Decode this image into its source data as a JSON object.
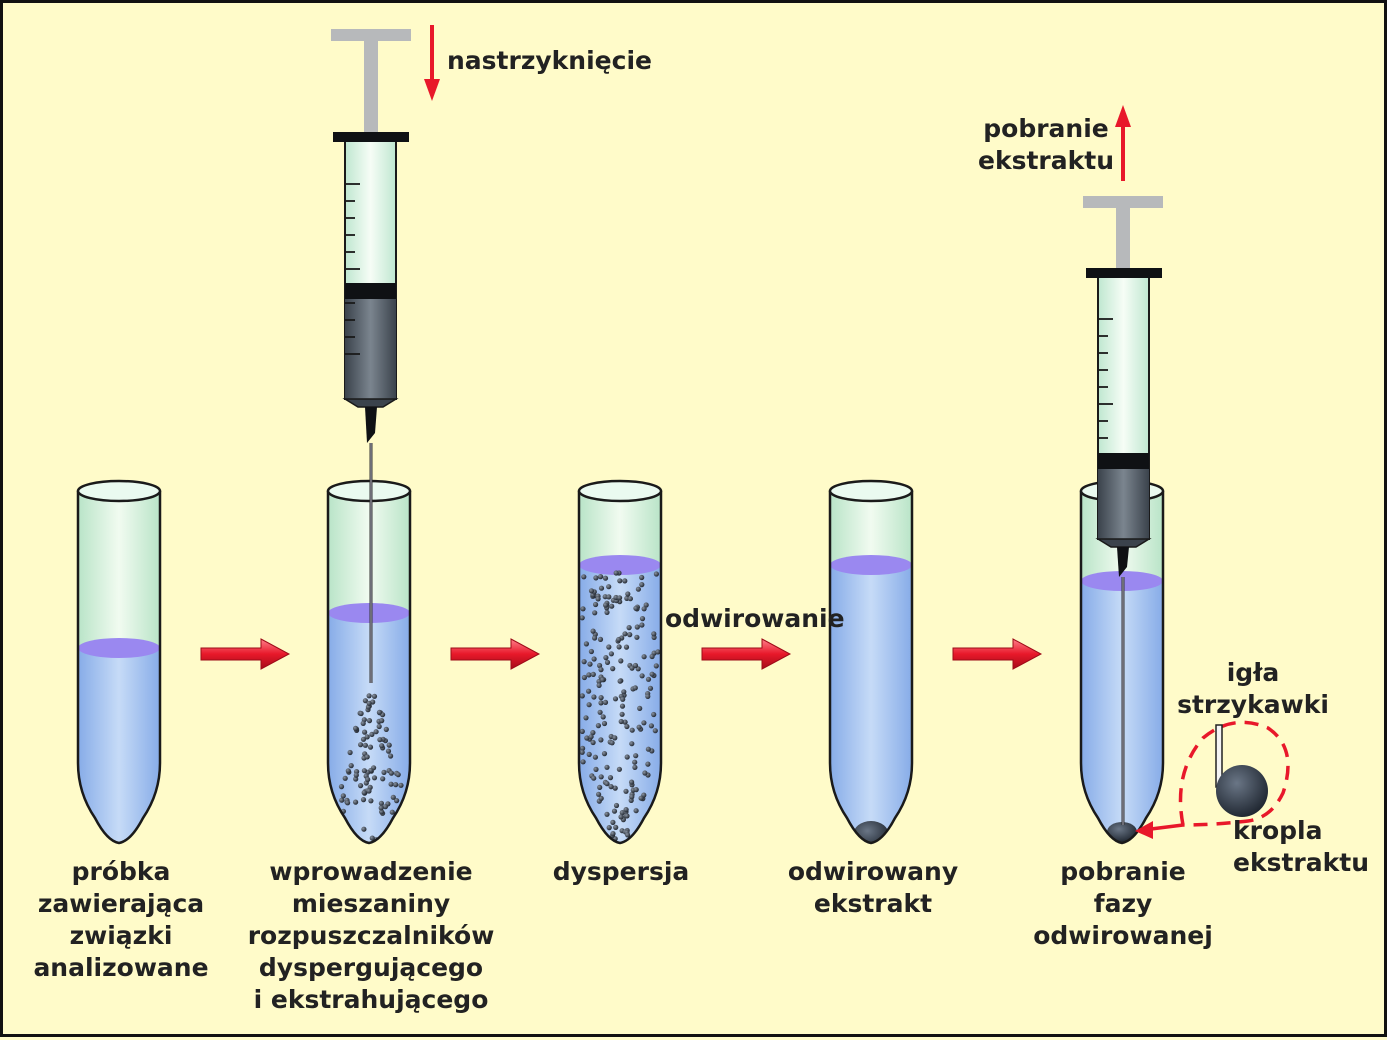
{
  "labels": {
    "step1": "próbka\nzawierająca\nzwiązki\nanalizowane",
    "step2": "wprowadzenie\nmieszaniny\nrozpuszczalników\ndyspergującego\ni ekstrahującego",
    "step3": "dyspersja",
    "step4": "odwirowany\nekstrakt",
    "step5": "pobranie\nfazy\nodwirowanej",
    "inject": "nastrzyknięcie",
    "withdraw": "pobranie\nekstraktu",
    "centrifuge": "odwirowanie",
    "needle": "igła\nstrzykawki",
    "drop": "kropla\nekstraktu"
  },
  "colors": {
    "background": "#fffbc9",
    "liquid": "#a9c7f2",
    "liquid_top": "#9a88f0",
    "glass": "#d9f2dd",
    "arrow_red": "#e8182a",
    "droplet": "#262f3c"
  },
  "icons": [
    "test-tube",
    "syringe",
    "right-arrow",
    "down-arrow",
    "up-arrow",
    "droplet"
  ]
}
